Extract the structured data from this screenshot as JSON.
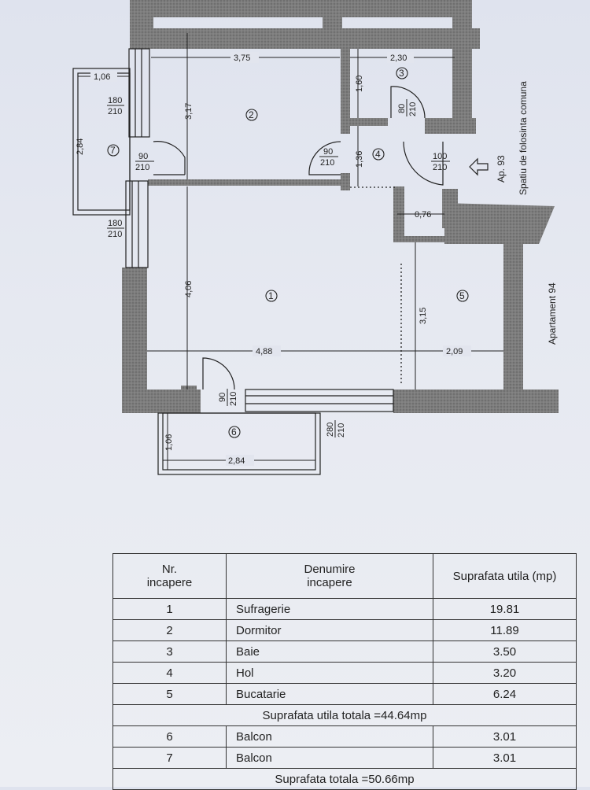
{
  "plan": {
    "dimensions": {
      "d_3_75": "3,75",
      "d_2_30": "2,30",
      "d_1_06_top": "1,06",
      "d_3_17": "3,17",
      "d_1_60": "1,60",
      "d_2_84_left": "2,84",
      "d_1_36": "1,36",
      "d_0_76": "0,76",
      "d_4_06": "4,06",
      "d_3_15": "3,15",
      "d_4_88": "4,88",
      "d_2_09": "2,09",
      "d_1_06_bottom": "1,06",
      "d_2_84_bottom": "2,84"
    },
    "doors": {
      "w7_top": [
        "180",
        "210"
      ],
      "w7_bottom": [
        "180",
        "210"
      ],
      "door_7": [
        "90",
        "210"
      ],
      "door_3": [
        "80",
        "210"
      ],
      "door_2": [
        "90",
        "210"
      ],
      "door_entry": [
        "100",
        "210"
      ],
      "door_6": [
        "90",
        "210"
      ],
      "w6": [
        "280",
        "210"
      ]
    },
    "rooms": [
      "1",
      "2",
      "3",
      "4",
      "5",
      "6",
      "7"
    ],
    "labels": {
      "ap93": "Ap. 93",
      "common": "Spatiu de folosinta comuna",
      "ap94": "Apartament 94"
    }
  },
  "table": {
    "headers": {
      "nr_line1": "Nr.",
      "nr_line2": "incapere",
      "name_line1": "Denumire",
      "name_line2": "incapere",
      "area": "Suprafata utila (mp)"
    },
    "rows": [
      {
        "nr": "1",
        "name": "Sufragerie",
        "area": "19.81"
      },
      {
        "nr": "2",
        "name": "Dormitor",
        "area": "11.89"
      },
      {
        "nr": "3",
        "name": "Baie",
        "area": "3.50"
      },
      {
        "nr": "4",
        "name": "Hol",
        "area": "3.20"
      },
      {
        "nr": "5",
        "name": "Bucatarie",
        "area": "6.24"
      }
    ],
    "total_useful": "Suprafata utila totala =44.64mp",
    "balconies": [
      {
        "nr": "6",
        "name": "Balcon",
        "area": "3.01"
      },
      {
        "nr": "7",
        "name": "Balcon",
        "area": "3.01"
      }
    ],
    "total_partial": "Suprafata totala =50.66mp"
  }
}
